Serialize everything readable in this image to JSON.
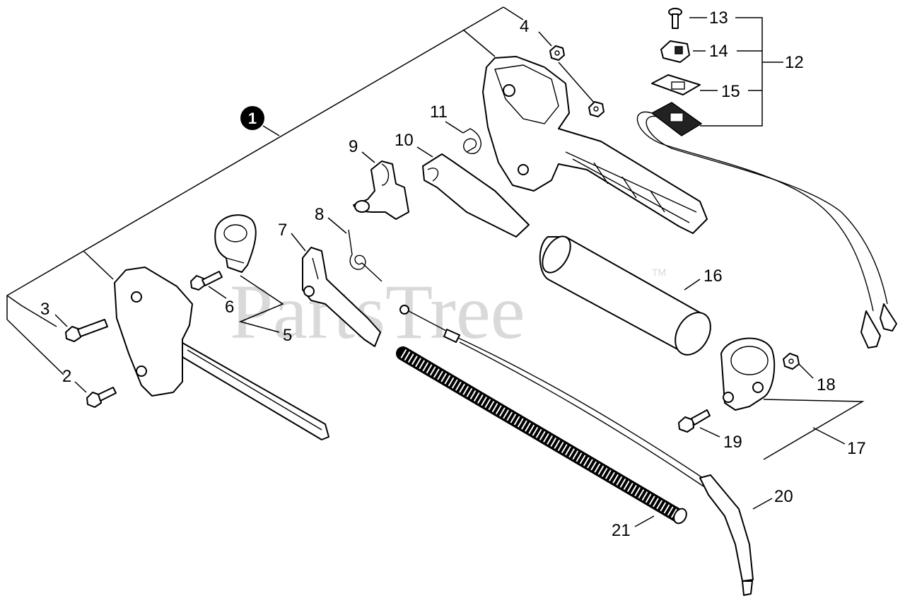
{
  "watermark": {
    "text": "PartsTree",
    "trademark": "TM"
  },
  "assembly_badge": {
    "label": "1"
  },
  "callouts": [
    {
      "id": "2",
      "label": "2"
    },
    {
      "id": "3",
      "label": "3"
    },
    {
      "id": "4",
      "label": "4"
    },
    {
      "id": "5",
      "label": "5"
    },
    {
      "id": "6",
      "label": "6"
    },
    {
      "id": "7",
      "label": "7"
    },
    {
      "id": "8",
      "label": "8"
    },
    {
      "id": "9",
      "label": "9"
    },
    {
      "id": "10",
      "label": "10"
    },
    {
      "id": "11",
      "label": "11"
    },
    {
      "id": "12",
      "label": "12"
    },
    {
      "id": "13",
      "label": "13"
    },
    {
      "id": "14",
      "label": "14"
    },
    {
      "id": "15",
      "label": "15"
    },
    {
      "id": "16",
      "label": "16"
    },
    {
      "id": "17",
      "label": "17"
    },
    {
      "id": "18",
      "label": "18"
    },
    {
      "id": "19",
      "label": "19"
    },
    {
      "id": "20",
      "label": "20"
    },
    {
      "id": "21",
      "label": "21"
    }
  ]
}
